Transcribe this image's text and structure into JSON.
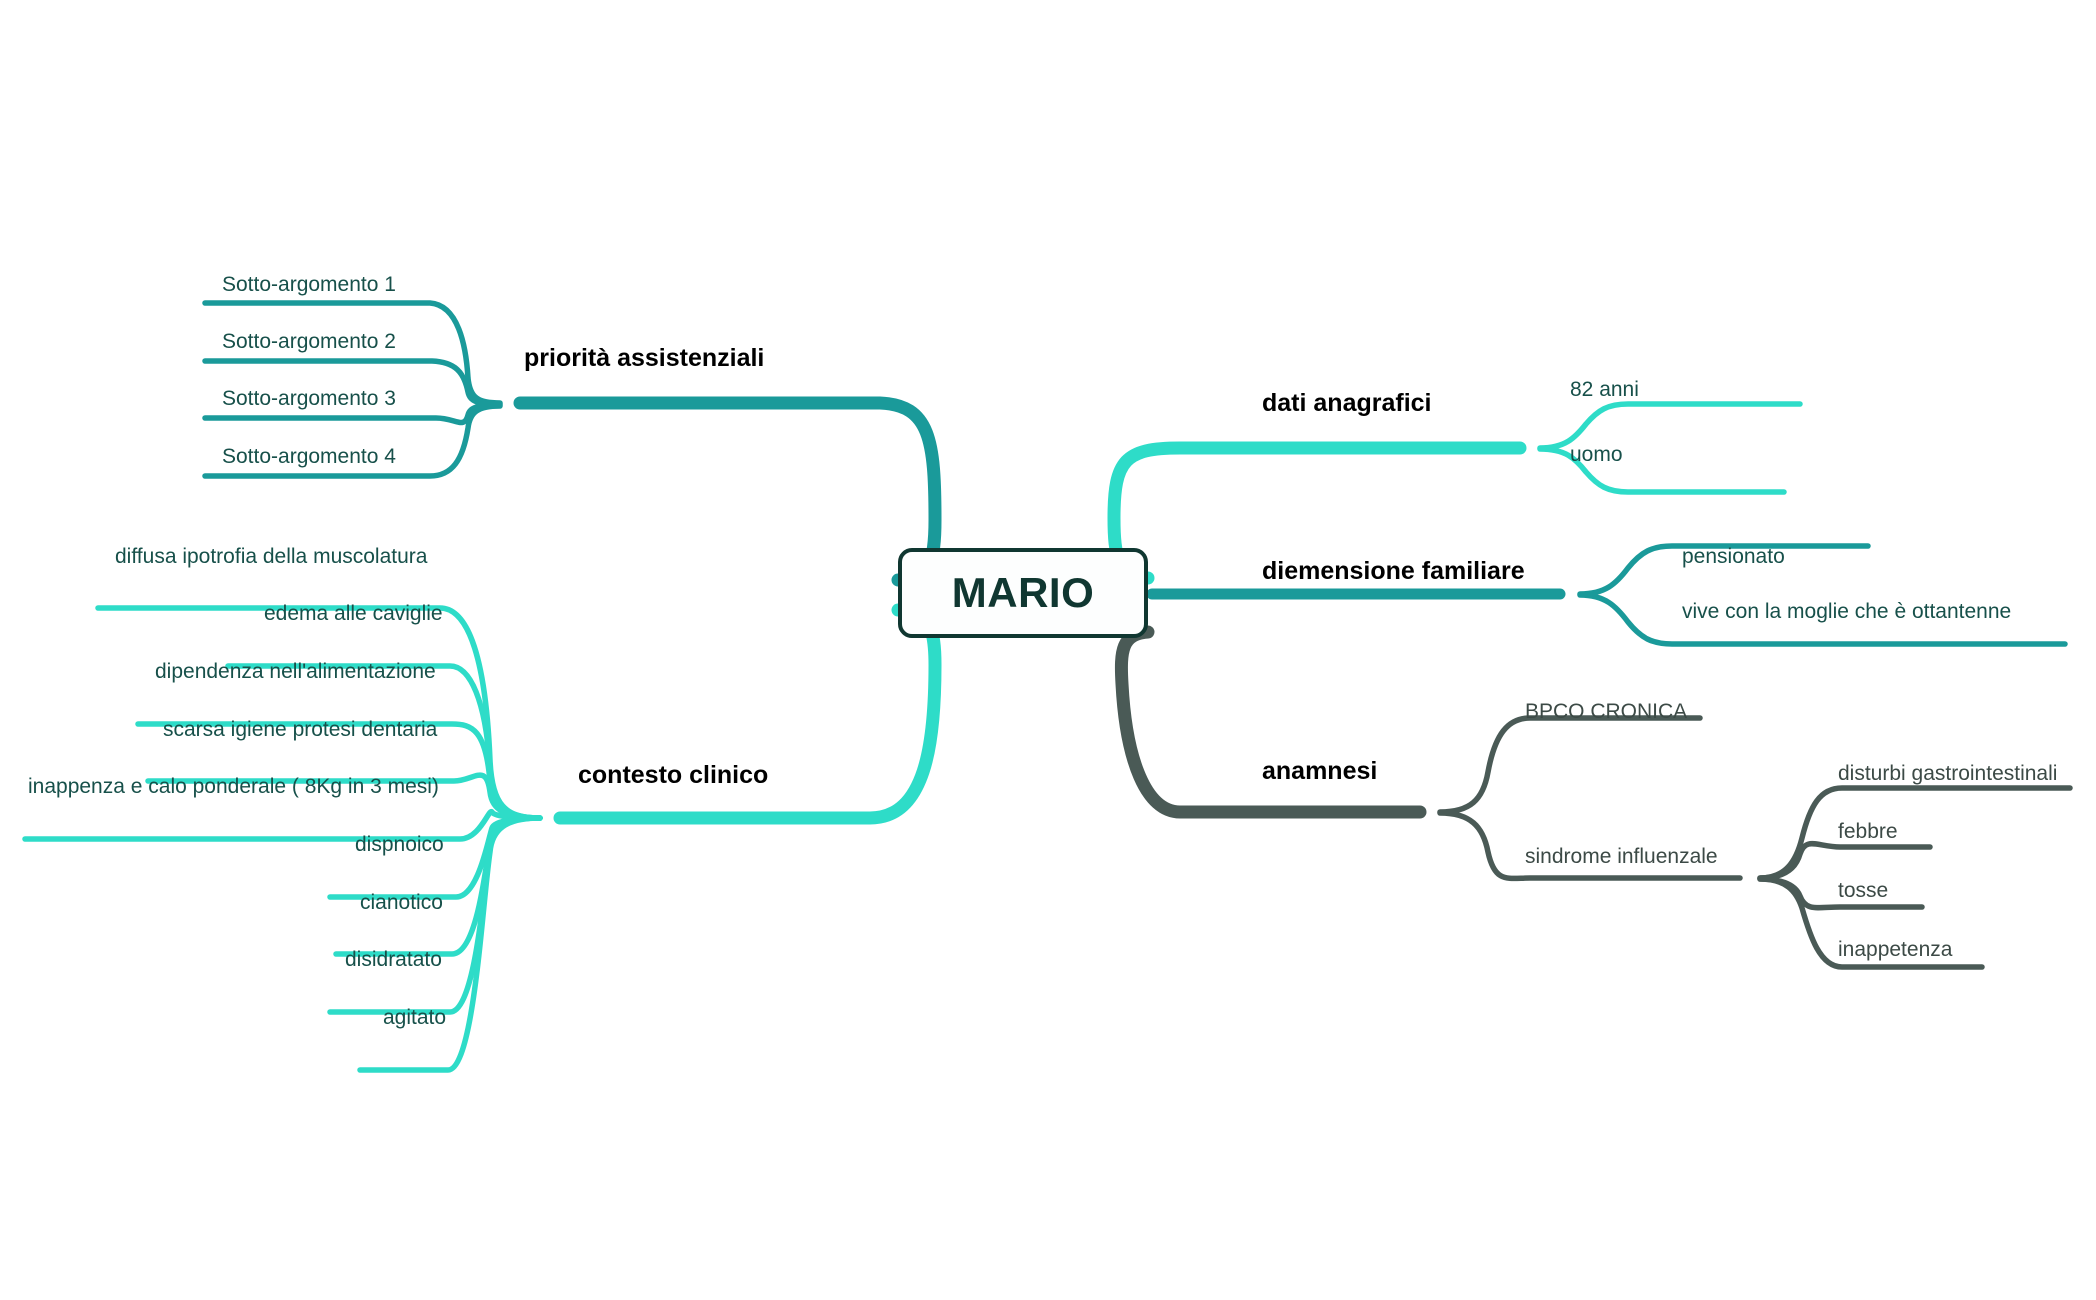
{
  "diagram": {
    "type": "mind-map",
    "title": "MARIO",
    "background": "#ffffff",
    "colors": {
      "central_border": "#103731",
      "central_text": "#103731",
      "teal_dark": "#17504a",
      "teal_branch": "#1a9a9a",
      "teal_bright": "#2edcc8",
      "gray_branch": "#4a5a56",
      "leaf_text": "#17504a",
      "branch_label_text": "#000000"
    },
    "central": {
      "label": "MARIO"
    },
    "branches": [
      {
        "id": "priorita-assistenziali",
        "label": "priorità assistenziali",
        "color": "#1a9a9a",
        "side": "left",
        "children": [
          {
            "label": "Sotto-argomento 1"
          },
          {
            "label": "Sotto-argomento 2"
          },
          {
            "label": "Sotto-argomento 3"
          },
          {
            "label": "Sotto-argomento 4"
          }
        ]
      },
      {
        "id": "contesto-clinico",
        "label": "contesto clinico",
        "color": "#2edcc8",
        "side": "left",
        "children": [
          {
            "label": "diffusa ipotrofia della muscolatura"
          },
          {
            "label": "edema alle caviglie"
          },
          {
            "label": "dipendenza nell'alimentazione"
          },
          {
            "label": "scarsa igiene protesi dentaria"
          },
          {
            "label": "inappenza e calo ponderale ( 8Kg in 3 mesi)"
          },
          {
            "label": "dispnoico"
          },
          {
            "label": "cianotico"
          },
          {
            "label": "disidratato"
          },
          {
            "label": "agitato"
          }
        ]
      },
      {
        "id": "dati-anagrafici",
        "label": "dati anagrafici",
        "color": "#2edcc8",
        "side": "right",
        "children": [
          {
            "label": "82 anni"
          },
          {
            "label": "uomo"
          }
        ]
      },
      {
        "id": "diemensione-familiare",
        "label": "diemensione familiare",
        "color": "#1a9a9a",
        "side": "right",
        "children": [
          {
            "label": "pensionato"
          },
          {
            "label": "vive con la moglie che è ottantenne"
          }
        ]
      },
      {
        "id": "anamnesi",
        "label": "anamnesi",
        "color": "#4a5a56",
        "side": "right",
        "children": [
          {
            "label": "BPCO CRONICA",
            "children": []
          },
          {
            "label": "sindrome influenzale",
            "children": [
              {
                "label": "disturbi gastrointestinali"
              },
              {
                "label": "febbre"
              },
              {
                "label": "tosse"
              },
              {
                "label": "inappetenza"
              }
            ]
          }
        ]
      }
    ]
  }
}
